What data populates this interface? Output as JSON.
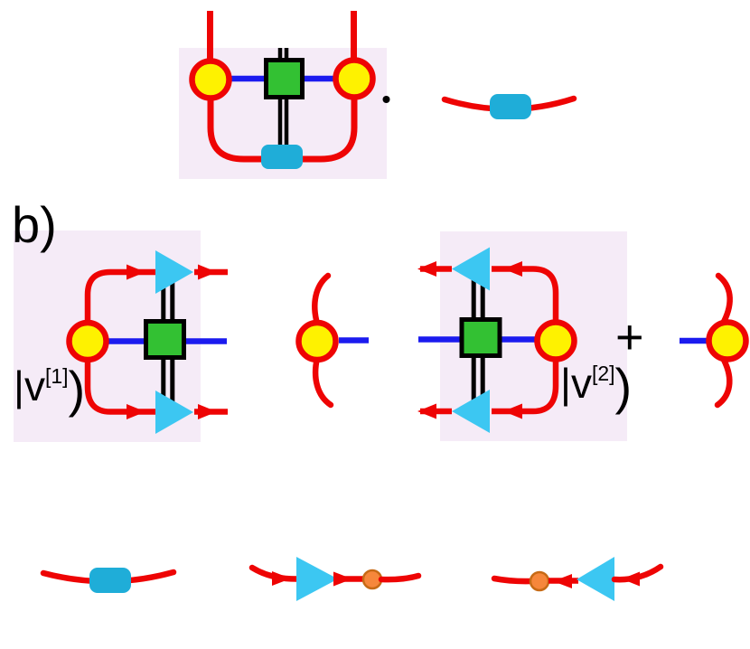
{
  "figure": {
    "type": "tensor-network-diagram",
    "description": "Matrix-product-state / matrix-product-operator diagram with panels and boundary-vector definitions"
  },
  "labels": {
    "panel_b": "b)",
    "ket1": {
      "prefix": "|v",
      "sup": "[1]",
      "close": ")"
    },
    "ket2": {
      "prefix": "|v",
      "sup": "[2]",
      "close": ")"
    },
    "plus": "+",
    "dot": "."
  },
  "colors": {
    "red": "#EE0404",
    "blue": "#1B1BEF",
    "yellow": "#FEF200",
    "green": "#33C133",
    "cyan_tri": "#3CC7F2",
    "cyan_rect": "#1FADD8",
    "orange": "#F6873B",
    "orange_dark": "#C76A15",
    "pink_box": "#F5EBF7",
    "black": "#000000"
  }
}
